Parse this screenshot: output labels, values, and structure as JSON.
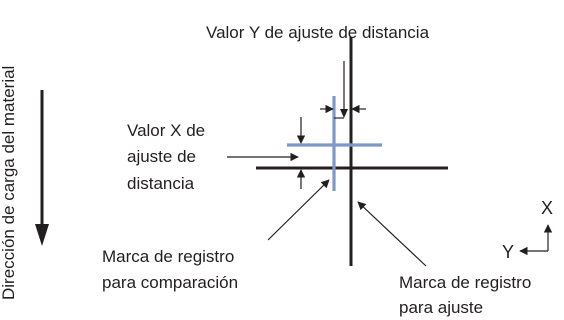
{
  "labels": {
    "material_direction": "Dirección de carga del material",
    "distance_y": "Valor Y de ajuste de distancia",
    "distance_x": [
      "Valor X de",
      "ajuste de",
      "distancia"
    ],
    "mark_comparison": [
      "Marca de registro",
      "para comparación"
    ],
    "mark_adjustment": [
      "Marca de registro",
      "para ajuste"
    ],
    "axis_x": "X",
    "axis_y": "Y"
  },
  "colors": {
    "ink": "#231f20",
    "comparison_mark": "#7e98cc"
  }
}
